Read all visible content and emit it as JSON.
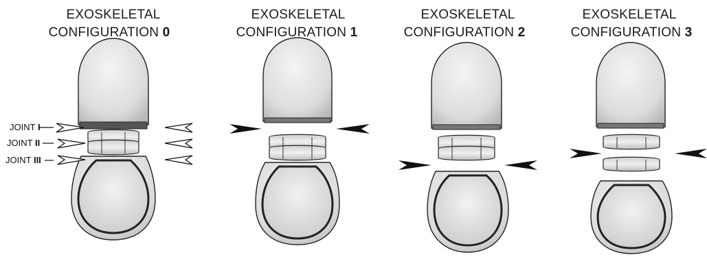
{
  "figure": {
    "panels": [
      {
        "title_line1": "EXOSKELETAL",
        "title_line2": "CONFIGURATION",
        "number": "0",
        "gap_after": "none"
      },
      {
        "title_line1": "EXOSKELETAL",
        "title_line2": "CONFIGURATION",
        "number": "1",
        "gap_after": "JOINT I"
      },
      {
        "title_line1": "EXOSKELETAL",
        "title_line2": "CONFIGURATION",
        "number": "2",
        "gap_after": "JOINT III"
      },
      {
        "title_line1": "EXOSKELETAL",
        "title_line2": "CONFIGURATION",
        "number": "3",
        "gap_after": "JOINT II"
      }
    ],
    "joints": [
      {
        "prefix": "JOINT",
        "roman": "I"
      },
      {
        "prefix": "JOINT",
        "roman": "II"
      },
      {
        "prefix": "JOINT",
        "roman": "III"
      }
    ],
    "colors": {
      "ink": "#111111",
      "shell": "#e6e6e6",
      "shell_dark": "#9a9a9a",
      "background": "#ffffff"
    }
  }
}
